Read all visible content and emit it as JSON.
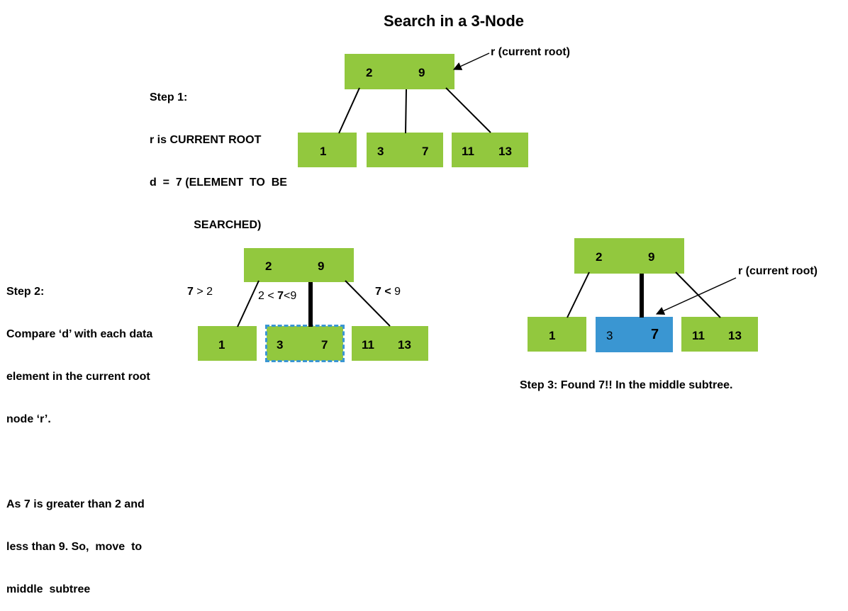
{
  "title": "Search in a 3-Node",
  "step1": {
    "lines": [
      "Step 1:",
      "r is CURRENT ROOT",
      "d  =  7 (ELEMENT  TO  BE",
      "              SEARCHED)"
    ],
    "pointer_label": "r (current root)",
    "root": [
      "2",
      "9"
    ],
    "children": [
      [
        "1"
      ],
      [
        "3",
        "7"
      ],
      [
        "11",
        "13"
      ]
    ]
  },
  "step2": {
    "lines": [
      "Step 2:",
      "Compare ‘d’ with each data",
      "element in the current root",
      "node ‘r’.",
      "",
      "As 7 is greater than 2 and",
      "less than 9. So,  move  to",
      "middle  subtree"
    ],
    "root": [
      "2",
      "9"
    ],
    "children": [
      [
        "1"
      ],
      [
        "3",
        "7"
      ],
      [
        "11",
        "13"
      ]
    ],
    "compare_left": {
      "a": "7",
      "op": " > 2"
    },
    "compare_mid": {
      "a": "2 < ",
      "b": "7",
      "c": "<9"
    },
    "compare_right": {
      "a": "7",
      "op": " < ",
      "c": "9"
    }
  },
  "step3": {
    "caption": "Step 3: Found 7!! In the middle subtree.",
    "pointer_label": "r (current root)",
    "root": [
      "2",
      "9"
    ],
    "children": [
      [
        "1"
      ],
      [
        "3",
        "7"
      ],
      [
        "11",
        "13"
      ]
    ]
  },
  "colors": {
    "node": "#92c83e",
    "found": "#3a96d2",
    "highlight": "#3a96d2"
  }
}
